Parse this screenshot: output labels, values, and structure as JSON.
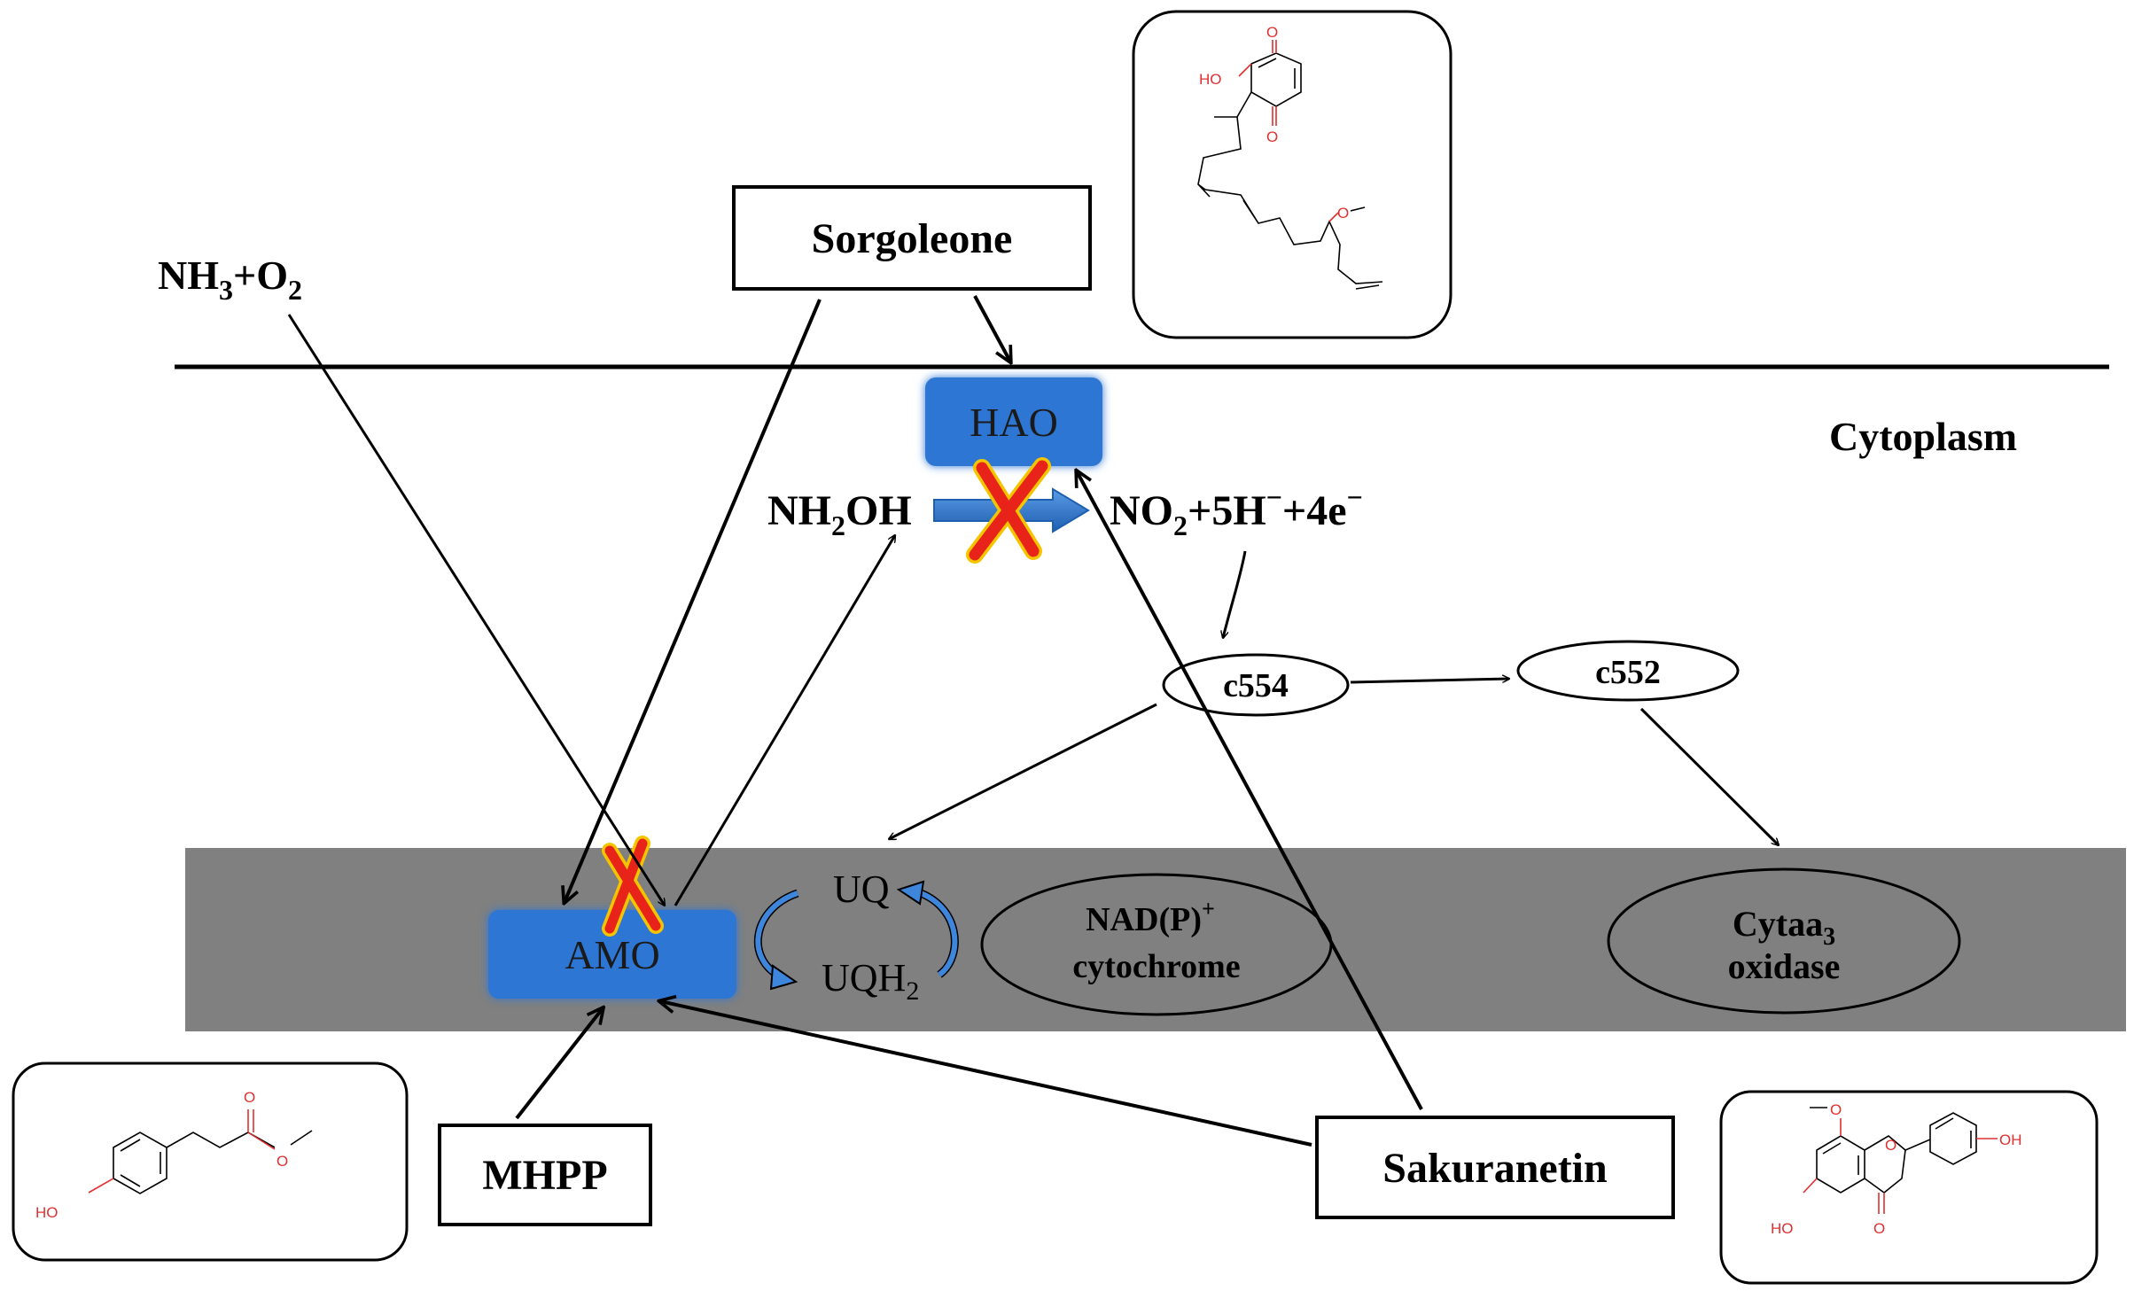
{
  "substrate": {
    "nh3": "NH",
    "nh3_sub": "3",
    "plus": "+O",
    "o2_sub": "2"
  },
  "compartment_label": "Cytoplasm",
  "enzymes": {
    "hao": "HAO",
    "amo": "AMO"
  },
  "reaction": {
    "nh2oh_a": "NH",
    "nh2oh_sub": "2",
    "nh2oh_b": "OH",
    "products_a": "NO",
    "products_sub": "2",
    "products_b": "+5H",
    "products_sup1": "−",
    "products_c": "+4e",
    "products_sup2": "−"
  },
  "cytochromes": {
    "c554": "c554",
    "c552": "c552"
  },
  "quinones": {
    "uq": "UQ",
    "uqh_a": "UQH",
    "uqh_sub": "2"
  },
  "membrane_complexes": {
    "nadp_a": "NAD(P)",
    "nadp_sup": "+",
    "nadp_b": "cytochrome",
    "cyt_a": "Cytaa",
    "cyt_sub": "3",
    "cyt_b": "oxidase"
  },
  "inhibitors": {
    "sorgoleone": "Sorgoleone",
    "mhpp": "MHPP",
    "sakuranetin": "Sakuranetin"
  },
  "molecule_atoms": {
    "ho": "HO",
    "o": "O",
    "oh": "OH"
  },
  "colors": {
    "enzyme_fill": "#2e76d3",
    "membrane_fill": "#808080",
    "inhibition_x": "#e8231a",
    "inhibition_x_outline": "#f6c500",
    "heteroatom": "#e03030"
  },
  "icons": [
    "inhibition-x-icon",
    "redox-cycle-arrow-icon",
    "flow-arrow-icon"
  ]
}
